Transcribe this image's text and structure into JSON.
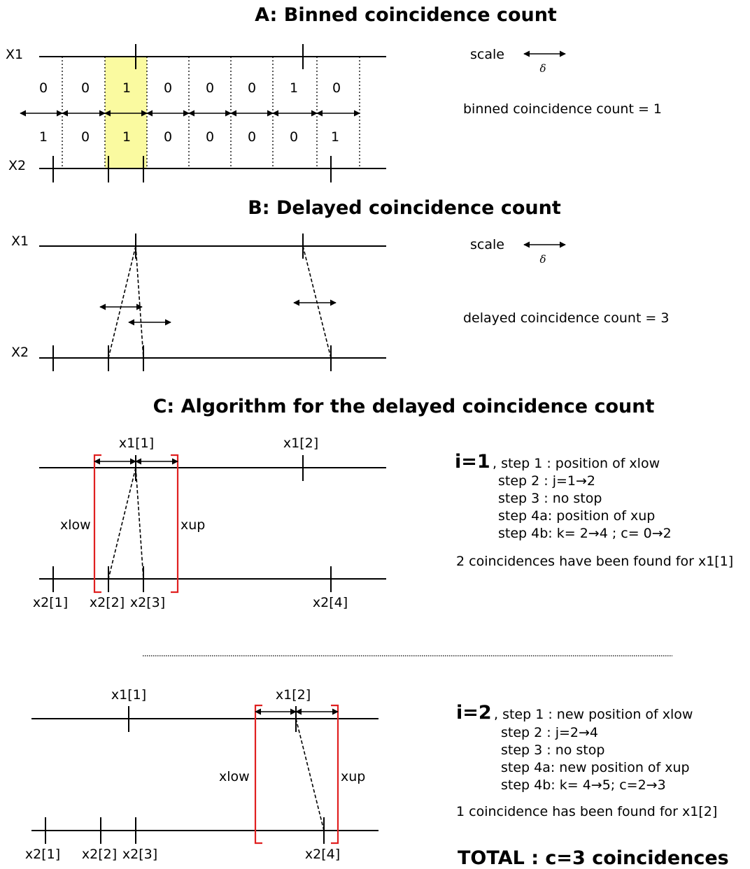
{
  "panel_a": {
    "title": "A: Binned coincidence count",
    "row1_label": "X1",
    "row2_label": "X2",
    "top_counts": [
      "0",
      "0",
      "1",
      "0",
      "0",
      "0",
      "1",
      "0"
    ],
    "bottom_counts": [
      "1",
      "0",
      "1",
      "0",
      "0",
      "0",
      "0",
      "1"
    ],
    "scale_label": "scale",
    "delta": "δ",
    "result": "binned coincidence count = 1"
  },
  "panel_b": {
    "title": "B: Delayed coincidence count",
    "row1_label": "X1",
    "row2_label": "X2",
    "scale_label": "scale",
    "delta": "δ",
    "result": "delayed coincidence count = 3"
  },
  "panel_c": {
    "title": "C: Algorithm for the delayed coincidence count",
    "iter1": {
      "x1_labels": [
        "x1[1]",
        "x1[2]"
      ],
      "x2_labels": [
        "x2[1]",
        "x2[2]",
        "x2[3]",
        "x2[4]"
      ],
      "xlow": "xlow",
      "xup": "xup",
      "i_label": "i=1",
      "step1": ", step 1 : position of xlow",
      "steps": [
        "step 2 : j=1→2",
        "step 3 : no stop",
        "step 4a: position of xup",
        "step 4b: k= 2→4 ; c= 0→2"
      ],
      "found": "2 coincidences have been found for x1[1]"
    },
    "iter2": {
      "x1_labels": [
        "x1[1]",
        "x1[2]"
      ],
      "x2_labels": [
        "x2[1]",
        "x2[2]",
        "x2[3]",
        "x2[4]"
      ],
      "xlow": "xlow",
      "xup": "xup",
      "i_label": "i=2",
      "step1": ", step 1 : new position of xlow",
      "steps": [
        "step 2 : j=2→4",
        "step 3 : no stop",
        "step 4a: new position of xup",
        "step 4b: k= 4→5; c=2→3"
      ],
      "found": "1 coincidence has been found for x1[2]"
    },
    "total": "TOTAL : c=3 coincidences"
  },
  "colors": {
    "highlight": "#fafaa0",
    "bracket": "#e02020",
    "line": "#000000"
  }
}
